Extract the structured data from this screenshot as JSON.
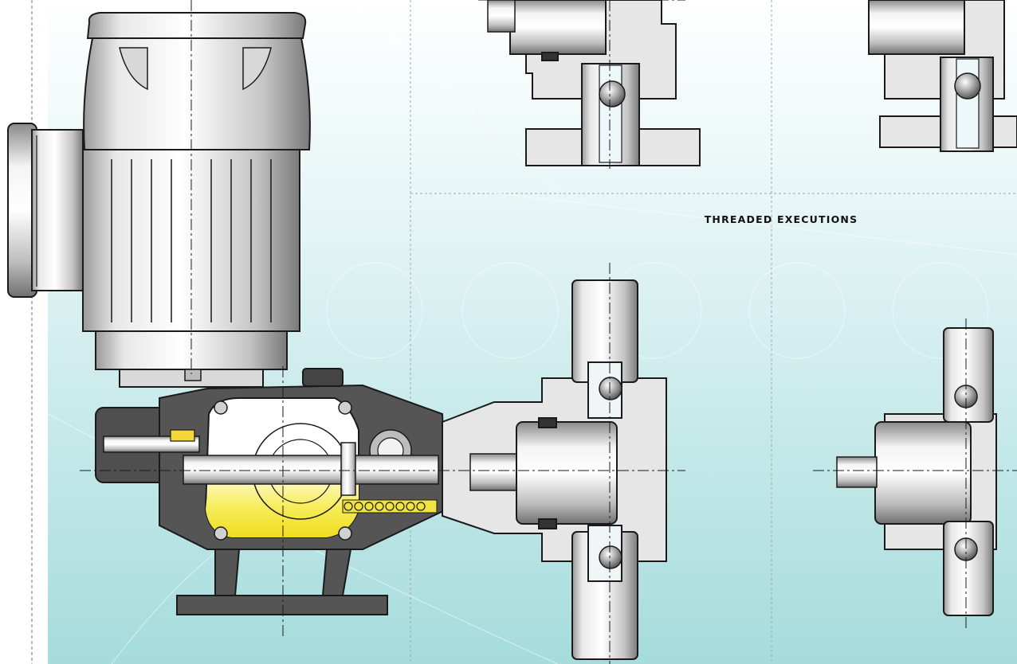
{
  "section_label": "THREADED EXECUTIONS",
  "colors": {
    "background_top": "#f7fbfc",
    "background_bottom": "#a9dede",
    "metal_light": "#f2f2f2",
    "metal_mid": "#c8c8c8",
    "metal_dark": "#5a5a5a",
    "housing_dark": "#4d4d4d",
    "oil_yellow": "#f3e63c",
    "outline": "#1a1a1a"
  },
  "components": [
    "electric-motor",
    "terminal-box",
    "gear-housing",
    "worm-gear",
    "plunger",
    "return-spring",
    "pump-head",
    "suction-valve",
    "discharge-valve",
    "base-foot"
  ]
}
